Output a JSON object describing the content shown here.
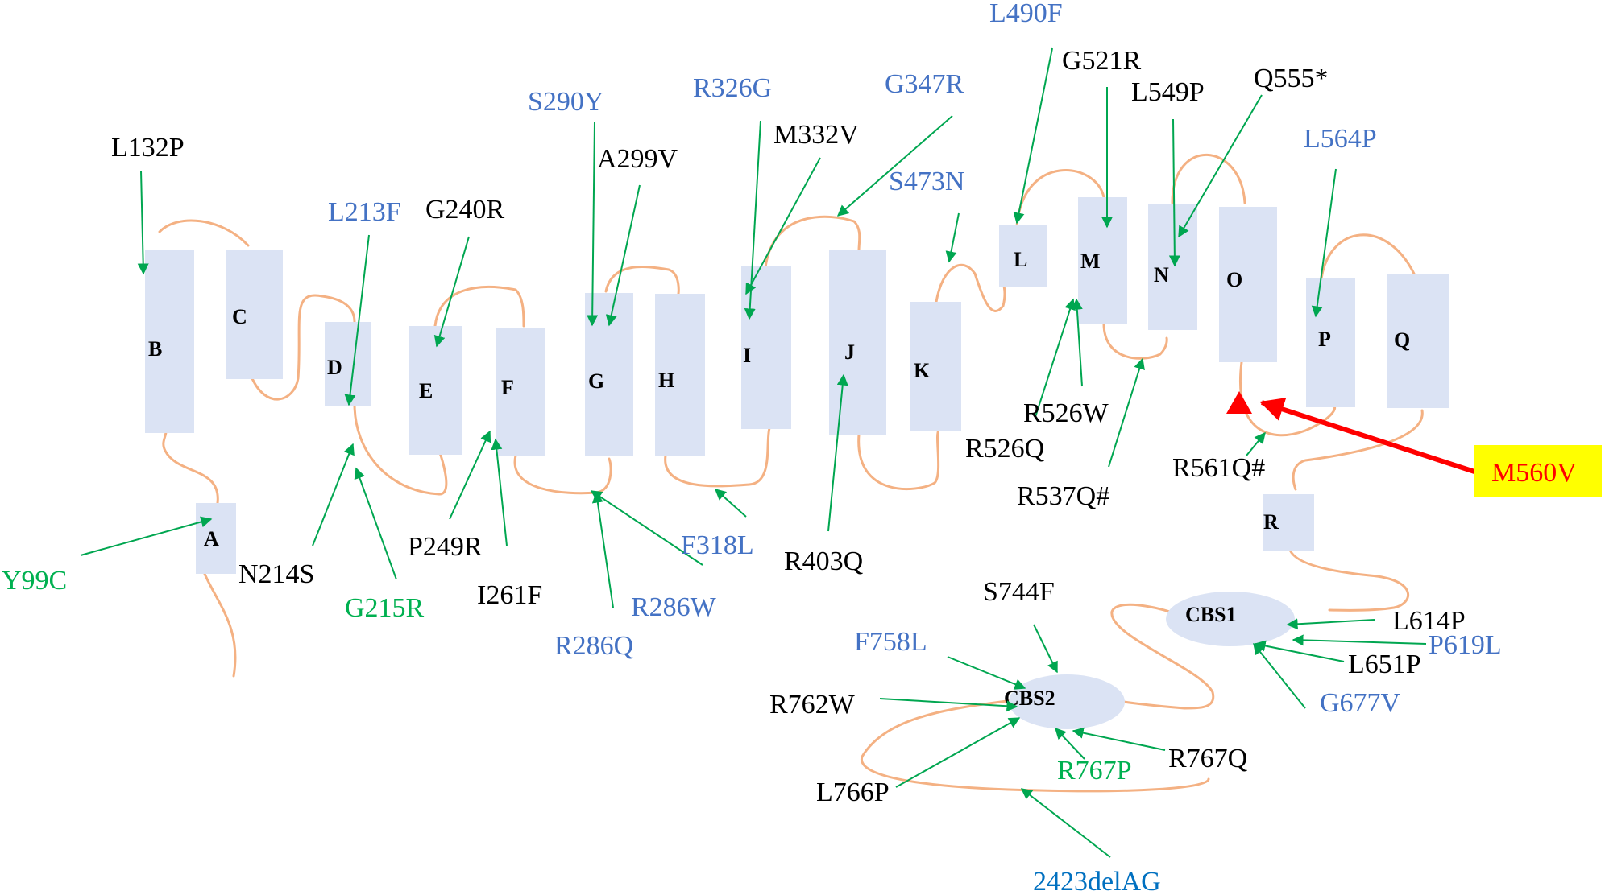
{
  "colors": {
    "black": "#000000",
    "blue": "#4472c4",
    "green": "#00b050",
    "teal": "#0070c0",
    "helix_fill": "#dbe3f4",
    "loop": "#f4b183",
    "arrow": "#00a650",
    "highlight_bg": "#ffff00",
    "highlight_text": "#ff0000"
  },
  "helices": [
    "A",
    "B",
    "C",
    "D",
    "E",
    "F",
    "G",
    "H",
    "I",
    "J",
    "K",
    "L",
    "M",
    "N",
    "O",
    "P",
    "Q",
    "R"
  ],
  "domains": [
    "CBS1",
    "CBS2"
  ],
  "mutations": [
    {
      "label": "L132P",
      "color": "black"
    },
    {
      "label": "L213F",
      "color": "blue"
    },
    {
      "label": "G240R",
      "color": "black"
    },
    {
      "label": "S290Y",
      "color": "blue"
    },
    {
      "label": "A299V",
      "color": "black"
    },
    {
      "label": "R326G",
      "color": "blue"
    },
    {
      "label": "M332V",
      "color": "black"
    },
    {
      "label": "G347R",
      "color": "blue"
    },
    {
      "label": "S473N",
      "color": "blue"
    },
    {
      "label": "L490F",
      "color": "blue"
    },
    {
      "label": "G521R",
      "color": "black"
    },
    {
      "label": "L549P",
      "color": "black"
    },
    {
      "label": "Q555*",
      "color": "black"
    },
    {
      "label": "L564P",
      "color": "blue"
    },
    {
      "label": "Y99C",
      "color": "green"
    },
    {
      "label": "N214S",
      "color": "black"
    },
    {
      "label": "G215R",
      "color": "green"
    },
    {
      "label": "P249R",
      "color": "black"
    },
    {
      "label": "I261F",
      "color": "black"
    },
    {
      "label": "R286W",
      "color": "blue"
    },
    {
      "label": "R286Q",
      "color": "blue"
    },
    {
      "label": "F318L",
      "color": "blue"
    },
    {
      "label": "R403Q",
      "color": "black"
    },
    {
      "label": "R526W",
      "color": "black"
    },
    {
      "label": "R526Q",
      "color": "black"
    },
    {
      "label": "R537Q#",
      "color": "black"
    },
    {
      "label": "R561Q#",
      "color": "black"
    },
    {
      "label": "S744F",
      "color": "black"
    },
    {
      "label": "F758L",
      "color": "blue"
    },
    {
      "label": "R762W",
      "color": "black"
    },
    {
      "label": "L766P",
      "color": "black"
    },
    {
      "label": "R767P",
      "color": "green"
    },
    {
      "label": "R767Q",
      "color": "black"
    },
    {
      "label": "2423delAG",
      "color": "teal"
    },
    {
      "label": "L614P",
      "color": "black"
    },
    {
      "label": "P619L",
      "color": "blue"
    },
    {
      "label": "L651P",
      "color": "black"
    },
    {
      "label": "G677V",
      "color": "blue"
    }
  ],
  "highlight": {
    "label": "M560V"
  }
}
